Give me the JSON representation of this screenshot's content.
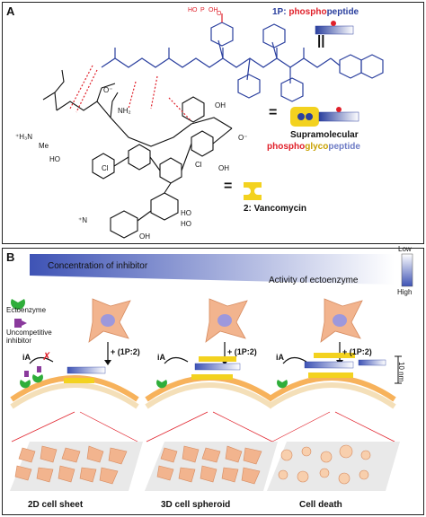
{
  "panel_a": {
    "label": "A",
    "peptide_label": {
      "prefix": "1P: ",
      "phospho": "phospho",
      "suffix": "peptide"
    },
    "supramolecular": {
      "line1": "Supramolecular",
      "phospho": "phospho",
      "glyco": "glyco",
      "peptide": "peptide"
    },
    "vancomycin_label": "2: Vancomycin",
    "atoms": {
      "op": "O",
      "p": "P",
      "oh1": "HO",
      "oh2": "OH",
      "o_minus": "O⁻",
      "nh2": "NH₂",
      "nh3": "⁺H₃N",
      "cl1": "Cl",
      "cl2": "Cl",
      "n_plus": "⁺N",
      "me": "Me",
      "h": "H",
      "ho_a": "HO",
      "oh_b": "OH",
      "oh_c": "OH",
      "ho_d": "HO",
      "ho_e": "HO",
      "oh_f": "OH",
      "nh_a": "N",
      "c_o_minus": "O⁻",
      "eq": "=",
      "eq2": "=",
      "dblbar": "||"
    }
  },
  "panel_b": {
    "label": "B",
    "gradient_inhibitor": "Concentration of inhibitor",
    "gradient_activity": "Activity of ectoenzyme",
    "scale_low": "Low",
    "scale_high": "High",
    "legend_ectoenzyme": "Ectoenzyme",
    "legend_inhibitor": "Uncompetitive inhibitor",
    "arrow_label": "+ (1P:2)",
    "ia_label": "iA",
    "scale_bar": "10 nm",
    "outcomes": [
      "2D cell sheet",
      "3D cell spheroid",
      "Cell death"
    ],
    "colors": {
      "blue": "#2a3f9e",
      "red": "#e0202a",
      "yellow": "#f3d21f",
      "cell": "#f2b48e",
      "nucleus": "#9d98dc",
      "enzyme": "#2fae3a",
      "inhibitor": "#8a3a9c"
    }
  }
}
